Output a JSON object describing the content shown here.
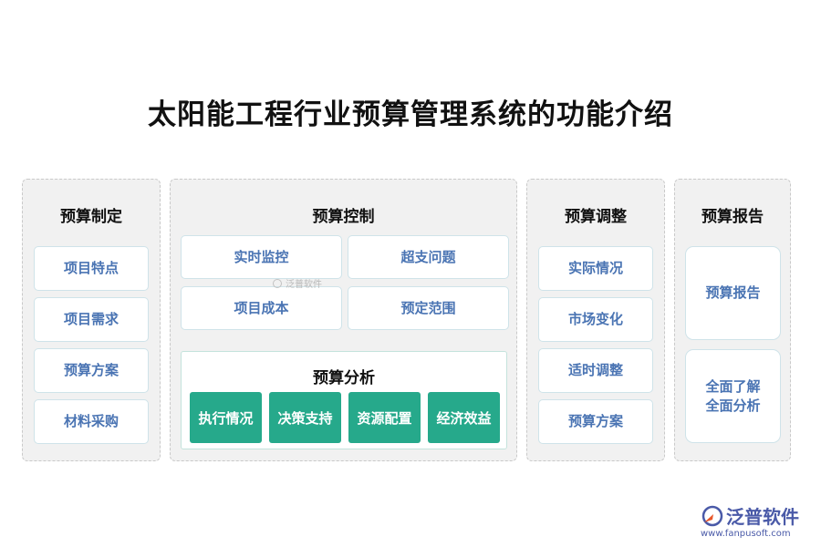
{
  "title": "太阳能工程行业预算管理系统的功能介绍",
  "panels": [
    {
      "title": "预算制定",
      "items": [
        "项目特点",
        "项目需求",
        "预算方案",
        "材料采购"
      ]
    },
    {
      "title": "预算控制",
      "items": [
        "实时监控",
        "超支问题",
        "项目成本",
        "预定范围"
      ],
      "analysis": {
        "title": "预算分析",
        "items": [
          "执行情况",
          "决策支持",
          "资源配置",
          "经济效益"
        ]
      }
    },
    {
      "title": "预算调整",
      "items": [
        "实际情况",
        "市场变化",
        "适时调整",
        "预算方案"
      ]
    },
    {
      "title": "预算报告",
      "items": [
        "预算报告",
        "全面了解\n全面分析"
      ]
    }
  ],
  "watermark": "泛普软件",
  "logo": {
    "name": "泛普软件",
    "url": "www.fanpusoft.com"
  },
  "colors": {
    "accent_green": "#26a98b",
    "item_text": "#4a74b3",
    "panel_bg": "#f1f1f1"
  }
}
